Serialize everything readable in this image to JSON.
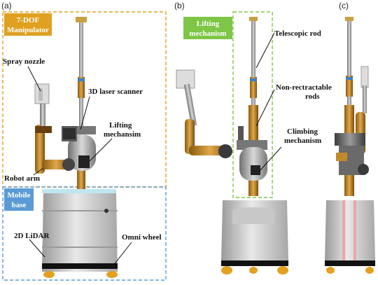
{
  "panels": {
    "a": "(a)",
    "b": "(b)",
    "c": "(c)"
  },
  "boxes": {
    "manipulator": {
      "line1": "7-DOF",
      "line2": "Manipulator"
    },
    "mobile_base": {
      "line1": "Mobile",
      "line2": "base"
    },
    "lifting": {
      "line1": "Lifting",
      "line2": "mechanism"
    }
  },
  "callouts": {
    "spray_nozzle": "Spray nozzle",
    "laser_scanner": "3D laser scanner",
    "lifting_mech": {
      "line1": "Lifting",
      "line2": "mechansim"
    },
    "robot_arm": "Robot arm",
    "lidar": "2D LiDAR",
    "omni_wheel": "Omni wheel",
    "telescopic_rod": "Telescopic rod",
    "non_retractable": {
      "line1": "Non-rectractable",
      "line2": "rods"
    },
    "climbing": {
      "line1": "Climbing",
      "line2": "mechanism"
    }
  },
  "colors": {
    "orange_accent": "#e0a020",
    "green_accent": "#7dc646",
    "blue_accent": "#5b9bd5",
    "box_blue_fill": "#5b9bd5",
    "box_orange_fill": "#e0a020",
    "box_green_fill": "#7dc646"
  }
}
